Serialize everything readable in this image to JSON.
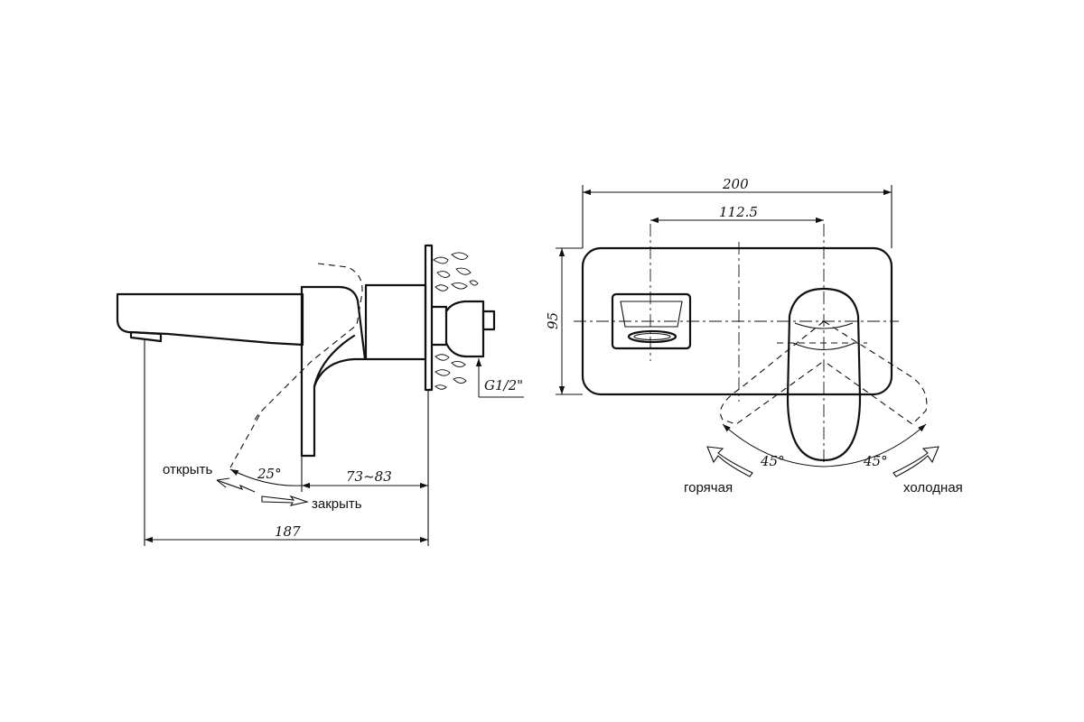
{
  "side_view": {
    "dim_total": "187",
    "dim_wall": "73~83",
    "angle": "25°",
    "thread": "G1/2\"",
    "label_open": "открыть",
    "label_close": "закрыть"
  },
  "front_view": {
    "dim_width": "200",
    "dim_offset": "112.5",
    "dim_height": "95",
    "angle_left": "45°",
    "angle_right": "45°",
    "label_hot": "горячая",
    "label_cold": "холодная"
  }
}
